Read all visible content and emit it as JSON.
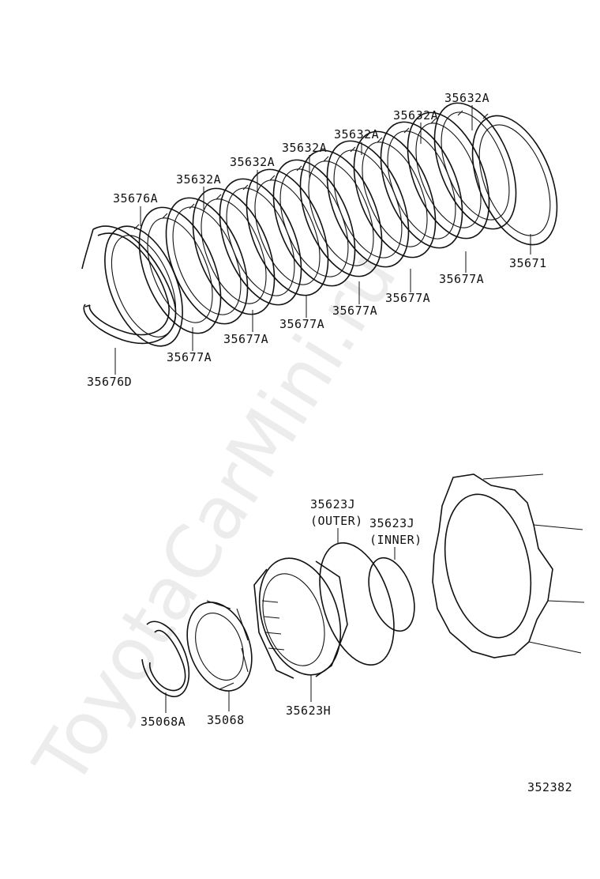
{
  "watermark": "ToyotaCarMini.ru",
  "diagram_code": "352382",
  "callouts": {
    "p35632a_1": "35632A",
    "p35632a_2": "35632A",
    "p35632a_3": "35632A",
    "p35632a_4": "35632A",
    "p35632a_5": "35632A",
    "p35632a_6": "35632A",
    "p35676a": "35676A",
    "p35671": "35671",
    "p35677a_1": "35677A",
    "p35677a_2": "35677A",
    "p35677a_3": "35677A",
    "p35677a_4": "35677A",
    "p35677a_5": "35677A",
    "p35677a_6": "35677A",
    "p35676d": "35676D",
    "p35623j_outer": "35623J",
    "outer_note": "(OUTER)",
    "p35623j_inner": "35623J",
    "inner_note": "(INNER)",
    "p35068a": "35068A",
    "p35068": "35068",
    "p35623h": "35623H"
  }
}
